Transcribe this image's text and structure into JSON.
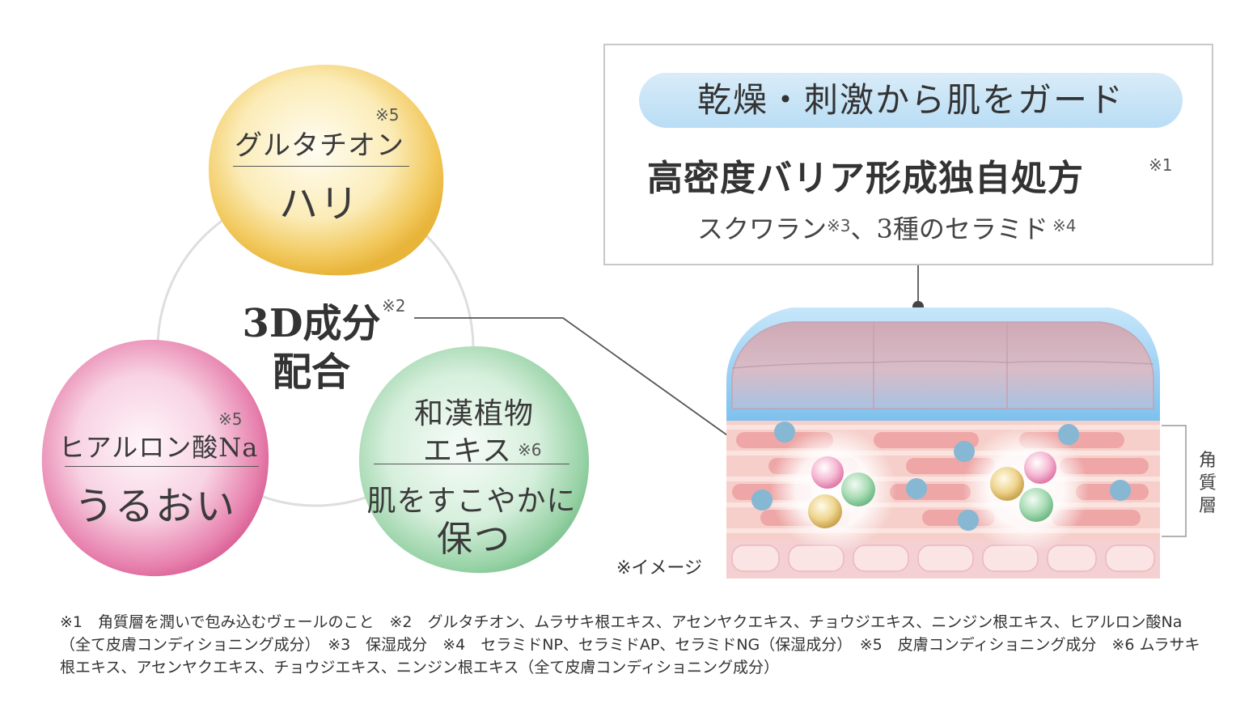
{
  "bubbles": {
    "glutathione": {
      "title": "グルタチオン",
      "note": "※5",
      "benefit": "ハリ"
    },
    "hyaluronic": {
      "title": "ヒアルロン酸Na",
      "note": "※5",
      "benefit": "うるおい"
    },
    "botanical": {
      "title_line1": "和漢植物",
      "title_line2": "エキス",
      "note": "※6",
      "benefit_line1": "肌をすこやかに",
      "benefit_line2": "保つ"
    }
  },
  "center": {
    "line1": "3D成分",
    "line2": "配合",
    "note": "※2"
  },
  "barrier_box": {
    "pill": "乾燥・刺激から肌をガード",
    "headline": "高密度バリア形成独自処方",
    "headline_note": "※1",
    "sub_part1": "スクワラン",
    "sub_note1": "※3",
    "sub_part2": "、3種のセラミド",
    "sub_note2": "※4"
  },
  "skin_label": "角質層",
  "image_note": "※イメージ",
  "footnote": "※1　角質層を潤いで包み込むヴェールのこと　※2　グルタチオン、ムラサキ根エキス、アセンヤクエキス、チョウジエキス、ニンジン根エキス、ヒアルロン酸Na（全て皮膚コンディショニング成分）　※3　保湿成分　※4　セラミドNP、セラミドAP、セラミドNG（保湿成分）　※5　皮膚コンディショニング成分　※6 ムラサキ根エキス、アセンヤクエキス、チョウジエキス、ニンジン根エキス（全て皮膚コンディショニング成分）",
  "colors": {
    "yellow_bubble": "#f6d77a",
    "pink_bubble": "#e98bb6",
    "green_bubble": "#a8d8b4",
    "barrier_blue": "#a9d5f2",
    "skin_pink": "#f3c7c4",
    "dot_blue": "#86b7d3"
  }
}
